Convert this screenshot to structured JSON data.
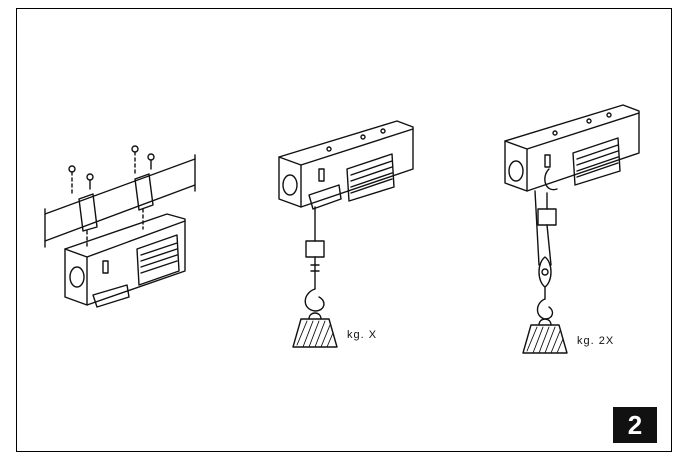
{
  "figure": {
    "label_single": "kg.  X",
    "label_double": "kg.  2X",
    "number": "2"
  },
  "colors": {
    "ink": "#111111",
    "background": "#ffffff",
    "badge": "#111111"
  }
}
